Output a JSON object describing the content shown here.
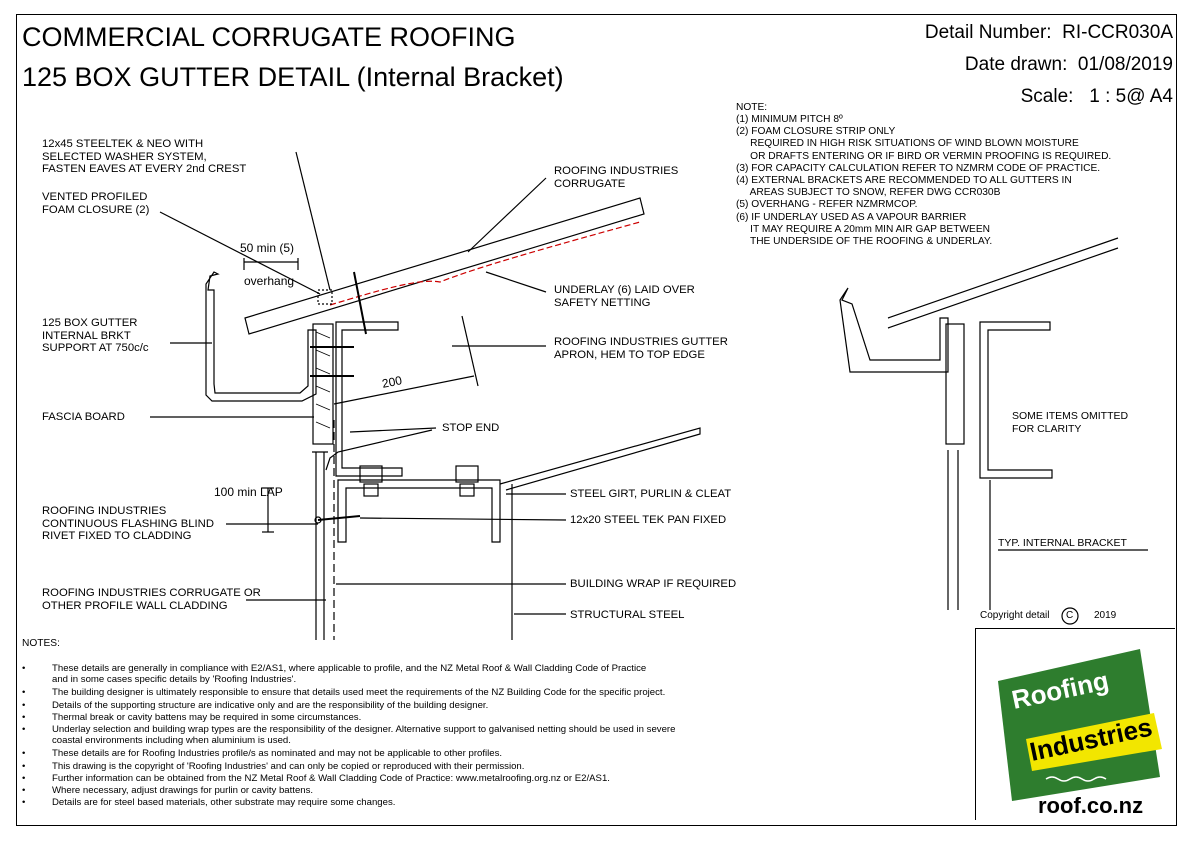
{
  "title": {
    "line1": "COMMERCIAL CORRUGATE ROOFING",
    "line2": "125 BOX GUTTER DETAIL (Internal Bracket)"
  },
  "header": {
    "detail_number": "Detail Number:  RI-CCR030A",
    "date_drawn": "Date drawn:  01/08/2019",
    "scale": "Scale:   1 : 5@ A4"
  },
  "right_notes": {
    "heading": "NOTE:",
    "lines": [
      "(1) MINIMUM PITCH 8º",
      "(2) FOAM CLOSURE STRIP ONLY",
      "     REQUIRED IN HIGH RISK SITUATIONS OF WIND BLOWN MOISTURE",
      "     OR DRAFTS ENTERING OR IF BIRD OR VERMIN PROOFING IS REQUIRED.",
      "(3) FOR CAPACITY CALCULATION REFER TO NZMRM CODE OF PRACTICE.",
      "(4) EXTERNAL BRACKETS ARE RECOMMENDED TO ALL GUTTERS IN",
      "     AREAS SUBJECT TO SNOW, REFER DWG CCR030B",
      "(5) OVERHANG - REFER NZMRMCOP.",
      "(6) IF UNDERLAY USED AS A VAPOUR BARRIER",
      "     IT MAY REQUIRE A 20mm MIN AIR GAP BETWEEN",
      "     THE UNDERSIDE OF THE ROOFING & UNDERLAY."
    ]
  },
  "labels": {
    "teks": "12x45 STEELTEK & NEO WITH\nSELECTED WASHER SYSTEM,\nFASTEN EAVES AT EVERY 2nd CREST",
    "foam": "VENTED PROFILED\nFOAM CLOSURE (2)",
    "overhang_dim": "50 min (5)",
    "overhang": "overhang",
    "gutter_support": "125 BOX GUTTER\nINTERNAL BRKT\nSUPPORT AT 750c/c",
    "fascia": "FASCIA BOARD",
    "lap_dim": "100 min LAP",
    "flashing": "ROOFING INDUSTRIES\nCONTINUOUS FLASHING BLIND\nRIVET FIXED TO CLADDING",
    "wall_cladding": "ROOFING INDUSTRIES CORRUGATE OR\nOTHER PROFILE WALL CLADDING",
    "roofing": "ROOFING INDUSTRIES\nCORRUGATE",
    "underlay": "UNDERLAY (6) LAID OVER\nSAFETY NETTING",
    "apron": "ROOFING INDUSTRIES GUTTER\nAPRON, HEM TO TOP EDGE",
    "dim_200": "200",
    "stop_end": "STOP END",
    "girt": "STEEL GIRT, PURLIN & CLEAT",
    "tek_pan": "12x20 STEEL TEK PAN FIXED",
    "wrap": "BUILDING WRAP IF REQUIRED",
    "structural": "STRUCTURAL STEEL",
    "omitted": "SOME ITEMS OMITTED\nFOR CLARITY",
    "typ": "TYP. INTERNAL BRACKET",
    "copyright": "Copyright detail",
    "copyright_symbol": "C",
    "copyright_year": "2019"
  },
  "notes": {
    "heading": "NOTES:",
    "items": [
      "These details are generally in compliance with E2/AS1, where applicable to profile, and the NZ Metal Roof & Wall Cladding Code of Practice\nand in some cases specific details by 'Roofing Industries'.",
      "The building designer is ultimately responsible to ensure that details used meet the requirements of the NZ Building Code for the specific project.",
      "Details of the supporting structure are indicative only and are the responsibility of the building designer.",
      "Thermal break or cavity battens may be required in some circumstances.",
      "Underlay selection and building wrap types are the responsibility of the designer. Alternative support to galvanised netting should be used in severe\ncoastal environments including when aluminium is used.",
      "These details are for Roofing Industries profile/s as nominated and may not be applicable to other profiles.",
      "This drawing is the copyright of 'Roofing Industries' and can only be copied or reproduced with their permission.",
      "Further information can be obtained from the NZ Metal Roof & Wall Cladding Code of Practice: www.metalroofing.org.nz or E2/AS1.",
      "Where necessary, adjust drawings for purlin or cavity battens.",
      "Details are for steel based materials, other substrate may require some changes."
    ]
  },
  "logo": {
    "word1": "Roofing",
    "word2": "Industries",
    "url": "roof.co.nz",
    "colors": {
      "green": "#2e7d2e",
      "yellow": "#f2e600",
      "bg": "#ffffff"
    }
  }
}
